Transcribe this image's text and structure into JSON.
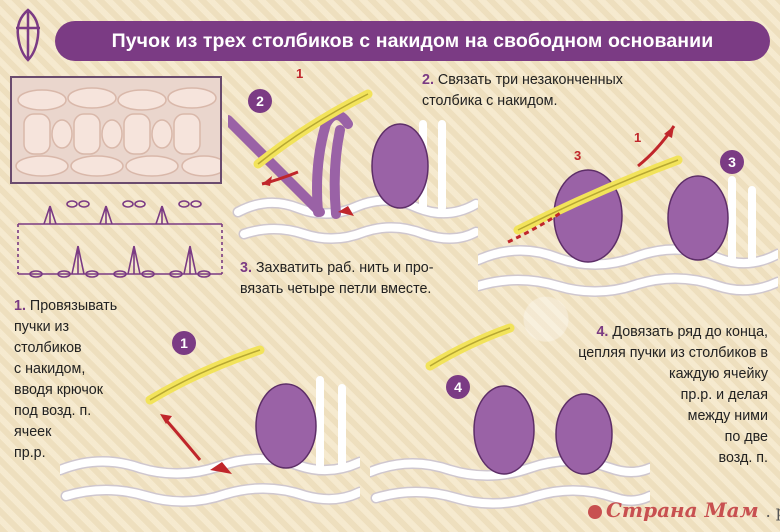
{
  "title": "Пучок из трех столбиков с накидом на свободном основании",
  "steps": [
    {
      "num": "1.",
      "lines": [
        "Провязывать",
        "пучки из",
        "столбиков",
        "с накидом,",
        "вводя крючок",
        "под возд. п.",
        "ячеек",
        "пр.р."
      ]
    },
    {
      "num": "2.",
      "lines": [
        "Связать три незаконченных",
        "столбика с накидом."
      ]
    },
    {
      "num": "3.",
      "lines": [
        "Захватить раб. нить и про-",
        "вязать четыре петли вместе."
      ]
    },
    {
      "num": "4.",
      "lines": [
        "Довязать ряд до конца,",
        "цепляя пучки из столбиков в",
        "каждую ячейку",
        "пр.р. и делая",
        "между ними",
        "по две",
        "возд. п."
      ]
    }
  ],
  "badges": [
    "1",
    "2",
    "3",
    "4"
  ],
  "markers": {
    "a": "1",
    "b": "1",
    "c": "3"
  },
  "watermark": {
    "brand": "Страна Мам",
    "domain": ". ру"
  },
  "colors": {
    "title_bg": "#7b3b84",
    "yarn_purple": "#9a62a6",
    "yarn_white": "#ffffff",
    "hook": "#f2e35a",
    "arrow": "#c0262b"
  }
}
